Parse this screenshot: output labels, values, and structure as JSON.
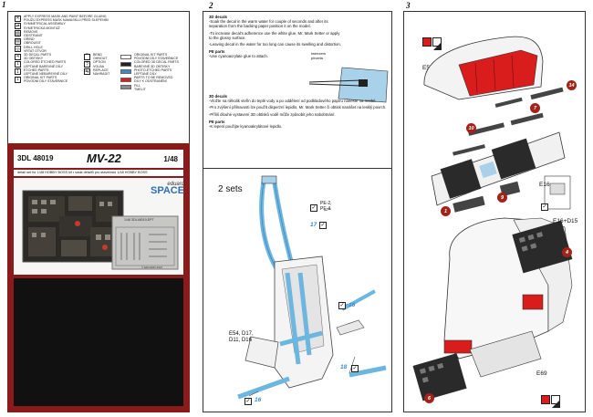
{
  "panels": {
    "p1": "1",
    "p2": "2",
    "p3": "3"
  },
  "legend": [
    {
      "icon": "✕",
      "text": "APPLY EXPRESS MASK AND PAINT BEFORE GLUING\nPOUŽIJ EXPRESS MASK NAMASKUJ PŘED SLEPENÍM"
    },
    {
      "icon": "⇄",
      "text": "SYMMETRICAL ASSEMBLY\nSYMETRICKÁ MONTÁŽ"
    },
    {
      "icon": "▨",
      "text": "REMOVE\nODSTRANIT"
    },
    {
      "icon": "▤",
      "text": "GRIND\nOBROUSIT"
    },
    {
      "icon": "◎",
      "text": "DRILL HOLE\nVRTAT OTVOR"
    },
    {
      "icon": "4",
      "text": "3D DECAL PARTS\n3D OBTISKY"
    },
    {
      "icon": "1",
      "text": "COLORED ETCHED PARTS\nLEPTANÉ BAREVNÉ DÍLY"
    },
    {
      "icon": "1",
      "text": "ETCHED PARTS\nLEPTANÉ NEBAREVNÉ DÍLY"
    },
    {
      "icon": "1",
      "text": "ORIGINAL KIT PARTS\nPŮVODNÍ DÍLY STAVEBNICE"
    }
  ],
  "legend2": [
    {
      "icon": "⌒",
      "text": "BEND\nOHNOUT"
    },
    {
      "icon": "?",
      "text": "OPTION\nVOLBA"
    },
    {
      "icon": "⇆",
      "text": "REPLACE\nNAHRADIT"
    }
  ],
  "colorkey": [
    {
      "color": "#ffffff",
      "text": "ORIGINAL KIT PARTS\nPŮVODNÍ DÍLY STAVEBNICE"
    },
    {
      "color": "#222222",
      "text": "COLORED 3D DECAL PARTS\nBAREVNÉ 3D OBTISKY"
    },
    {
      "color": "#3a8ad0",
      "text": "PHOTO-ETCHED PARTS\nLEPTANÉ DÍLY"
    },
    {
      "color": "#d91c1c",
      "text": "PARTS TO BE REMOVED\nDÍLY K ODSTRANĚNÍ"
    },
    {
      "color": "#8a8a8a",
      "text": "FILL\nTMELIT"
    }
  ],
  "product": {
    "code": "3DL 48019",
    "model": "MV-22",
    "scale": "1/48",
    "subtitle": "detail set for 1/48 HOBBY BOSS kit • sada detailů pro stavebnici 1/48 HOBBY BOSS",
    "brand_top": "eduard",
    "brand_bottom": "SPACE",
    "fret_code": "3DL48019-EPT",
    "fret_scale": "1/48",
    "fret_copyright": "© EDUARD 2021"
  },
  "instructions": {
    "decals_head": "3D decals",
    "decals_en": [
      "-Soak the decal in the warm water for couple of seconds and after its separation from the backing paper position it on the model.",
      "-To increase decal's adherence use the white glue, Mr. Mark Setter or apply to the glossy surface.",
      "-Leaving decal in the water for too long can cause its swelling and distortion."
    ],
    "pe_head": "PE parts",
    "pe_en": "-Use cyanoacrylate glue to attach.",
    "decals_head_cz": "3D decals",
    "decals_cz": [
      "-Vložte na několik vteřin do teplé vody a po oddělení od podkladového papíru naneste na model.",
      "-Pro zvýšení přilnavosti lze použít disperzní lepidlo, Mr. Mark Setter či obtisk nanášet na lesklý povrch.",
      "-Příliš dlouhé vystavení 3D obtisků vodě může způsobit jeho nabobtnání."
    ],
    "pe_head_cz": "PE parts",
    "pe_cz": "-K lepení použijte kyanoakrylátové lepidlo.",
    "tweezers": "tweezers\npinzeta"
  },
  "panel2": {
    "sets": "2 sets",
    "pe_tag": "PE-2,\nPE-4",
    "part_label": "E54, D17,\nD11, D16",
    "n17": "17",
    "n16a": "16",
    "n18": "18",
    "n16b": "16"
  },
  "panel3": {
    "e53": "E53",
    "e16": "E16",
    "e16d15": "E16+D15",
    "e69": "E69",
    "c14": "14",
    "c10": "10",
    "c7": "7",
    "c1": "1",
    "c9": "9",
    "c4": "4",
    "c6": "6"
  }
}
